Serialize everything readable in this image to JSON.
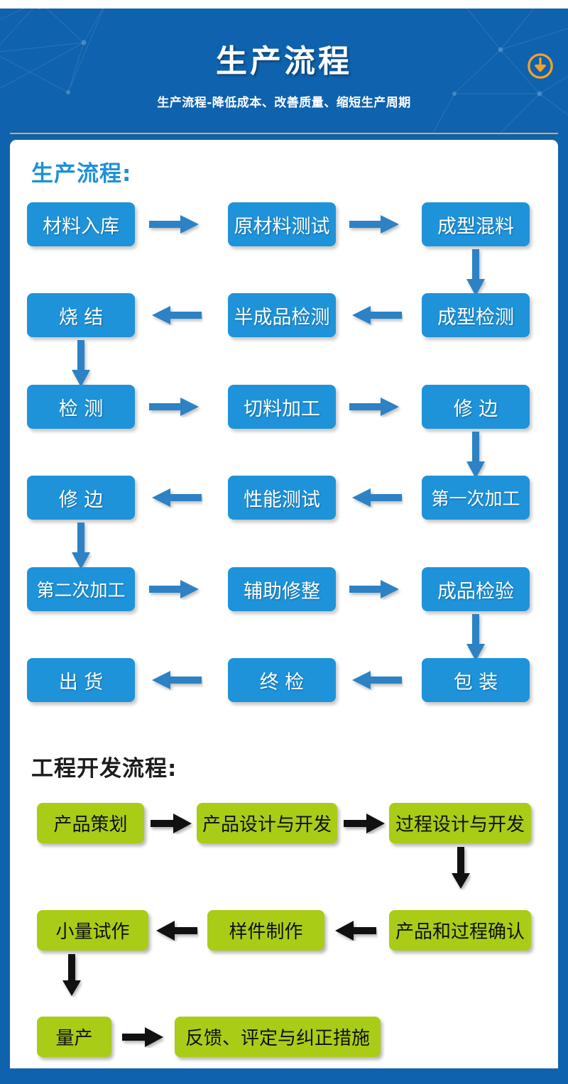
{
  "header": {
    "title": "生产流程",
    "subtitle": "生产流程-降低成本、改善质量、缩短生产周期",
    "download_icon": "download-arrow-icon",
    "bg_color": "#0f62ad",
    "rule_color": "#e8a93a",
    "icon_color": "#f0a22a"
  },
  "sections": [
    {
      "id": "production",
      "heading": "生产流程:",
      "heading_color": "#1e90d8",
      "node_color": "#1e93da",
      "node_text_color": "#ffffff",
      "arrow_color": "#2c82c4",
      "rows": [
        {
          "direction": "ltr",
          "nodes": [
            "材料入库",
            "原材料测试",
            "成型混料"
          ]
        },
        {
          "direction": "rtl",
          "nodes": [
            "烧 结",
            "半成品检测",
            "成型检测"
          ]
        },
        {
          "direction": "ltr",
          "nodes": [
            "检 测",
            "切料加工",
            "修 边"
          ]
        },
        {
          "direction": "rtl",
          "nodes": [
            "修 边",
            "性能测试",
            "第一次加工"
          ]
        },
        {
          "direction": "ltr",
          "nodes": [
            "第二次加工",
            "辅助修整",
            "成品检验"
          ]
        },
        {
          "direction": "rtl",
          "nodes": [
            "出 货",
            "终 检",
            "包 装"
          ]
        }
      ]
    },
    {
      "id": "engineering",
      "heading": "工程开发流程:",
      "heading_color": "#1d1d1d",
      "node_color": "#a9cc17",
      "node_text_color": "#101010",
      "arrow_color": "#111111",
      "rows": [
        {
          "direction": "ltr",
          "nodes": [
            "产品策划",
            "产品设计与开发",
            "过程设计与开发"
          ]
        },
        {
          "direction": "rtl",
          "nodes": [
            "小量试作",
            "样件制作",
            "产品和过程确认"
          ]
        },
        {
          "direction": "ltr",
          "nodes": [
            "量产",
            "反馈、评定与纠正措施"
          ]
        }
      ]
    }
  ]
}
